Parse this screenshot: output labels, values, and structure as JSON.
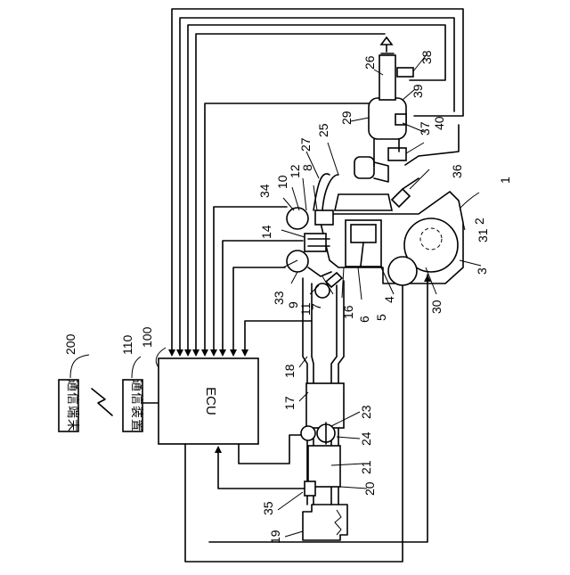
{
  "diagram": {
    "terminal_label": "通信端末",
    "device_label": "通信装置",
    "ecu_label": "ECU",
    "refs": {
      "r200": "200",
      "r110": "110",
      "r100": "100",
      "r1": "1",
      "r2": "2",
      "r3": "3",
      "r4": "4",
      "r5": "5",
      "r6": "6",
      "r7": "7",
      "r8": "8",
      "r9": "9",
      "r10": "10",
      "r11": "11",
      "r12": "12",
      "r14": "14",
      "r16": "16",
      "r17": "17",
      "r18": "18",
      "r19": "19",
      "r20": "20",
      "r21": "21",
      "r23": "23",
      "r24": "24",
      "r25": "25",
      "r26": "26",
      "r27": "27",
      "r29": "29",
      "r30": "30",
      "r31": "31",
      "r33": "33",
      "r34": "34",
      "r35": "35",
      "r36": "36",
      "r37": "37",
      "r38": "38",
      "r39": "39",
      "r40": "40"
    }
  }
}
